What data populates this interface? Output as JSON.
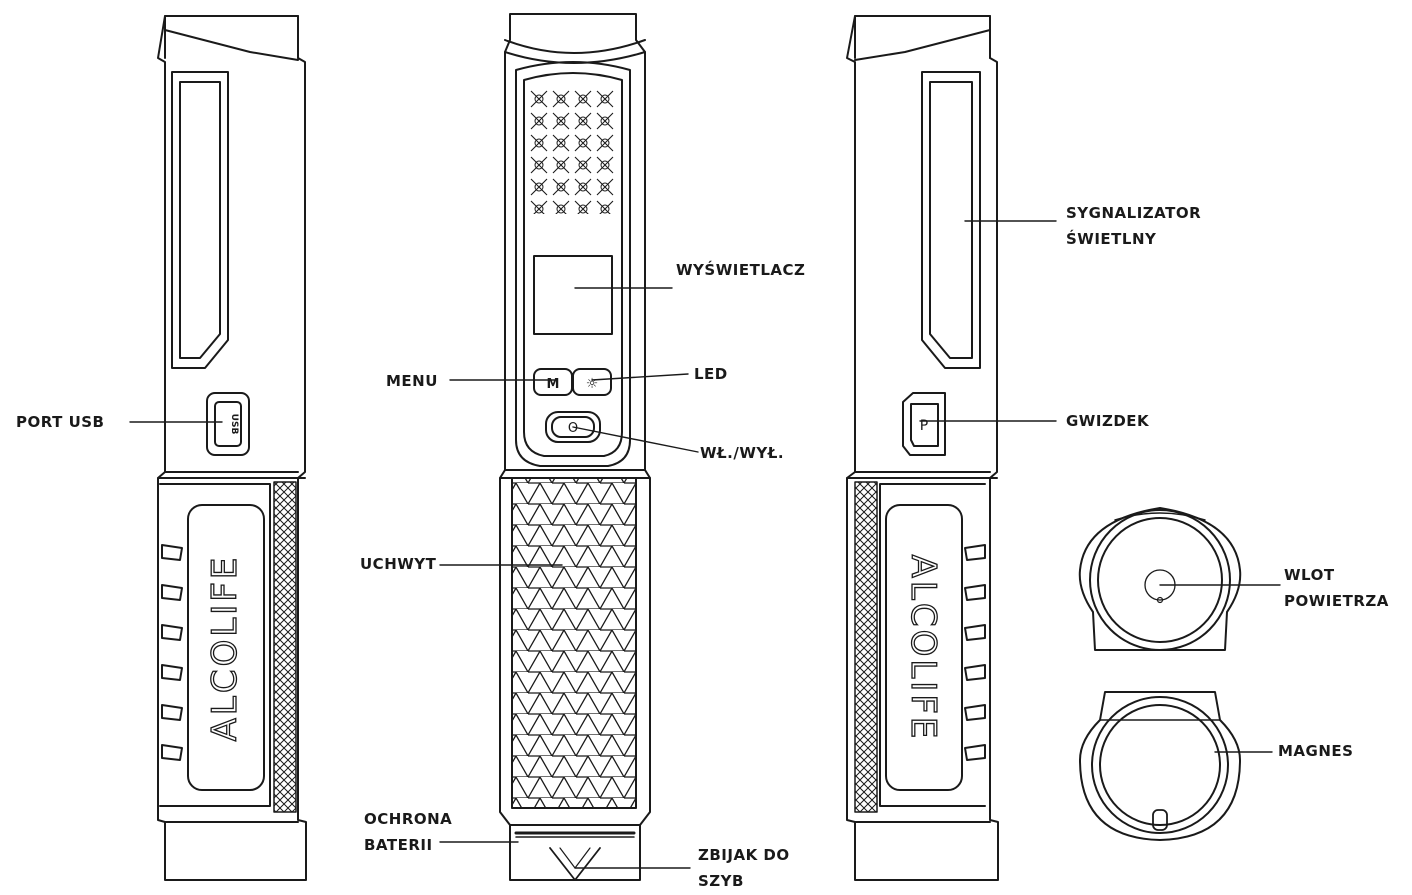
{
  "brand": {
    "logo_text": "ALCOLIFE"
  },
  "buttons": {
    "menu_glyph": "M",
    "led_glyph": "☼",
    "power_glyph": "O",
    "whistle_glyph": "P",
    "usb_glyph": "USB"
  },
  "callouts": {
    "port_usb": "PORT USB",
    "sygnalizator_line1": "SYGNALIZATOR",
    "sygnalizator_line2": "ŚWIETLNY",
    "wyswietlacz": "WYŚWIETLACZ",
    "menu": "MENU",
    "led": "LED",
    "wl_wyl": "WŁ./WYŁ.",
    "gwizdek": "GWIZDEK",
    "uchwyt": "UCHWYT",
    "wlot_line1": "WLOT",
    "wlot_line2": "POWIETRZA",
    "magnes": "MAGNES",
    "ochrona_line1": "OCHRONA",
    "ochrona_line2": "BATERII",
    "zbijak_line1": "ZBIJAK DO",
    "zbijak_line2": "SZYB"
  },
  "colors": {
    "line": "#1a1a1a",
    "background": "#ffffff"
  }
}
